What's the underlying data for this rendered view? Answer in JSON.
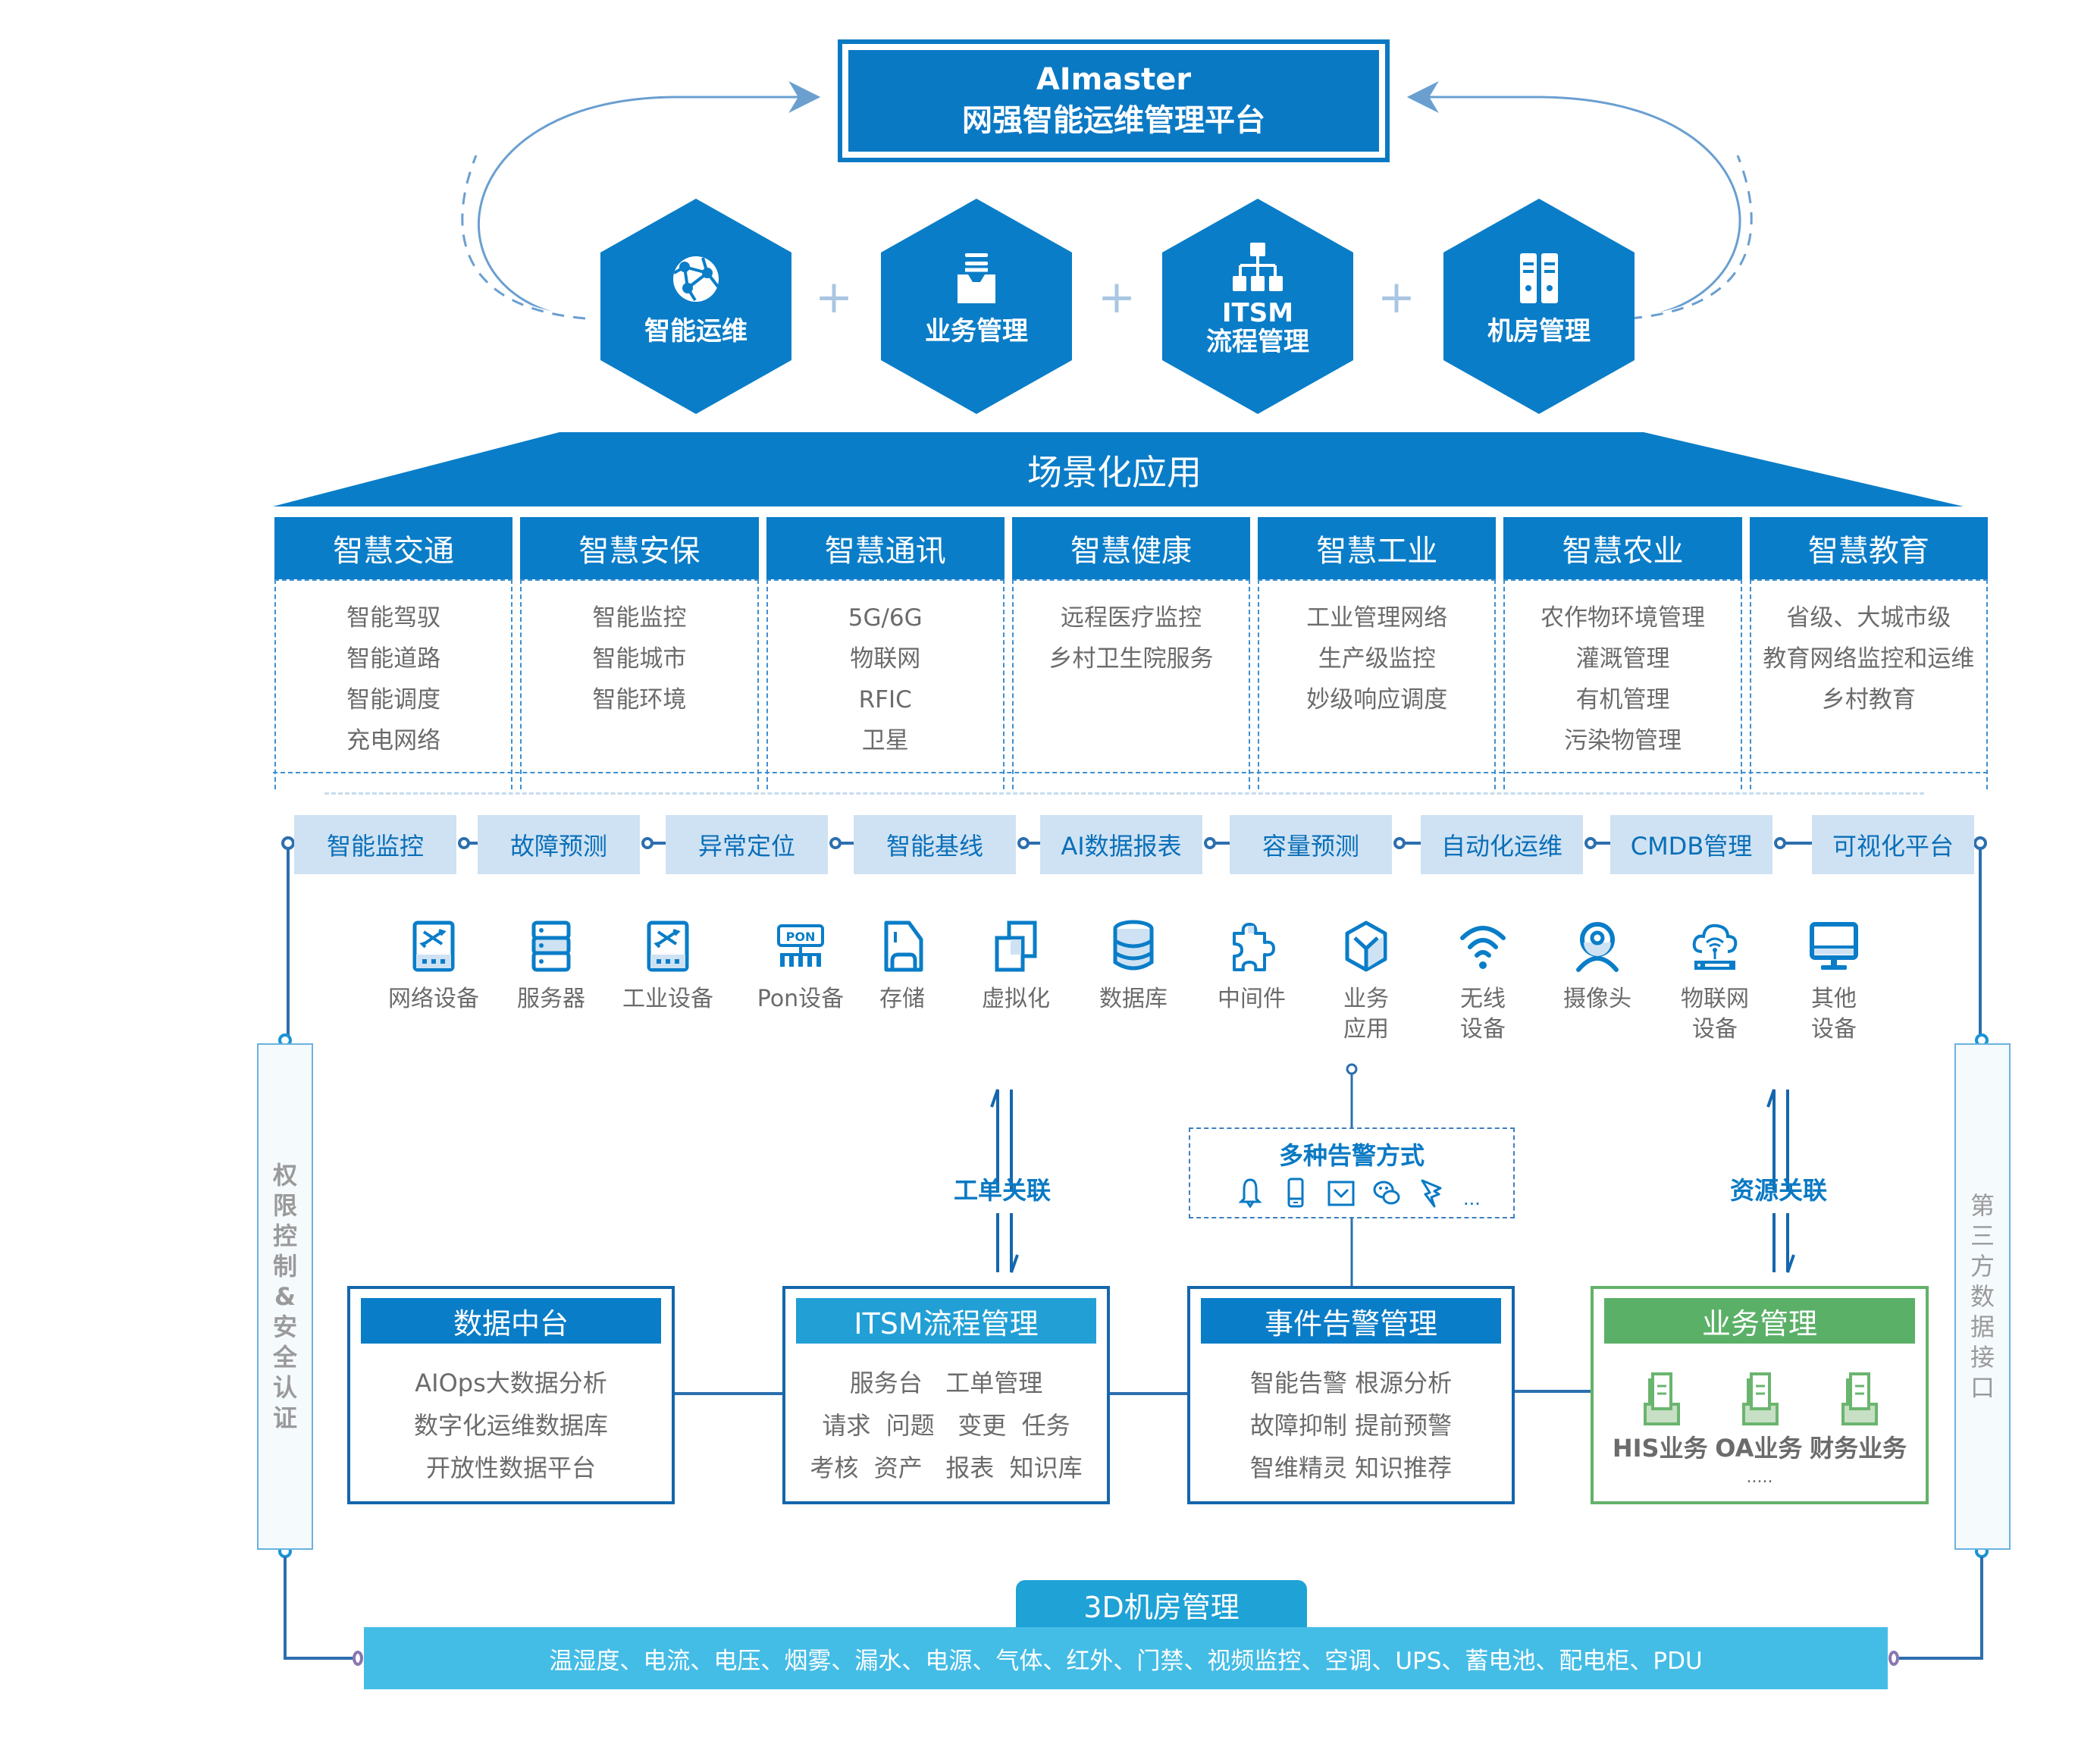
{
  "platform": {
    "title_en": "AImaster",
    "title_cn": "网强智能运维管理平台"
  },
  "hexagons": [
    {
      "icon": "network-globe-icon",
      "label": "智能运维"
    },
    {
      "icon": "inbox-tray-icon",
      "label": "业务管理"
    },
    {
      "icon": "org-chart-icon",
      "label": "ITSM\n流程管理",
      "label_line1": "ITSM",
      "label_line2": "流程管理"
    },
    {
      "icon": "server-rack-icon",
      "label": "机房管理"
    }
  ],
  "plus_symbol": "+",
  "scenarios": {
    "title": "场景化应用",
    "columns": [
      {
        "title": "智慧交通",
        "items": [
          "智能驾驭",
          "智能道路",
          "智能调度",
          "充电网络"
        ]
      },
      {
        "title": "智慧安保",
        "items": [
          "智能监控",
          "智能城市",
          "智能环境"
        ]
      },
      {
        "title": "智慧通讯",
        "items": [
          "5G/6G",
          "物联网",
          "RFIC",
          "卫星"
        ]
      },
      {
        "title": "智慧健康",
        "items": [
          "远程医疗监控",
          "乡村卫生院服务"
        ]
      },
      {
        "title": "智慧工业",
        "items": [
          "工业管理网络",
          "生产级监控",
          "妙级响应调度"
        ]
      },
      {
        "title": "智慧农业",
        "items": [
          "农作物环境管理",
          "灌溉管理",
          "有机管理",
          "污染物管理"
        ]
      },
      {
        "title": "智慧教育",
        "items": [
          "省级、大城市级",
          "教育网络监控和运维",
          "乡村教育"
        ]
      }
    ]
  },
  "features": [
    "智能监控",
    "故障预测",
    "异常定位",
    "智能基线",
    "AI数据报表",
    "容量预测",
    "自动化运维",
    "CMDB管理",
    "可视化平台"
  ],
  "devices": [
    {
      "icon": "network-switch-icon",
      "label": "网络设备"
    },
    {
      "icon": "server-icon",
      "label": "服务器"
    },
    {
      "icon": "industrial-switch-icon",
      "label": "工业设备"
    },
    {
      "icon": "pon-device-icon",
      "label": "Pon设备",
      "badge": "PON"
    },
    {
      "icon": "storage-sd-card-icon",
      "label": "存储"
    },
    {
      "icon": "virtualization-icon",
      "label": "虚拟化"
    },
    {
      "icon": "database-icon",
      "label": "数据库"
    },
    {
      "icon": "puzzle-middleware-icon",
      "label": "中间件"
    },
    {
      "icon": "cube-app-icon",
      "label": "业务\n应用"
    },
    {
      "icon": "wifi-icon",
      "label": "无线\n设备"
    },
    {
      "icon": "webcam-icon",
      "label": "摄像头"
    },
    {
      "icon": "iot-cloud-icon",
      "label": "物联网\n设备"
    },
    {
      "icon": "monitor-icon",
      "label": "其他\n设备"
    }
  ],
  "side_left": "权限控制&安全认证",
  "side_right": "第三方数据接口",
  "relations": {
    "ticket": "工单关联",
    "resource": "资源关联"
  },
  "alerts": {
    "title": "多种告警方式",
    "icons": [
      "bell-icon",
      "mobile-phone-icon",
      "email-icon",
      "wechat-icon",
      "dingtalk-icon"
    ],
    "more": "..."
  },
  "modules": [
    {
      "title": "数据中台",
      "color": "#0a7dc8",
      "lines": [
        "AIOps大数据分析",
        "数字化运维数据库",
        "开放性数据平台"
      ]
    },
    {
      "title": "ITSM流程管理",
      "color": "#22a0d6",
      "lines": [
        "服务台   工单管理",
        "请求  问题   变更  任务",
        "考核  资产   报表  知识库"
      ]
    },
    {
      "title": "事件告警管理",
      "color": "#0a7dc8",
      "lines": [
        "智能告警 根源分析",
        "故障抑制 提前预警",
        "智维精灵 知识推荐"
      ]
    },
    {
      "title": "业务管理",
      "color": "#5bb068",
      "services": [
        "HIS业务",
        "OA业务",
        "财务业务"
      ],
      "more": "....."
    }
  ],
  "datacenter": {
    "title": "3D机房管理",
    "items": "温湿度、电流、电压、烟雾、漏水、电源、气体、红外、门禁、视频监控、空调、UPS、蓄电池、配电柜、PDU"
  },
  "colors": {
    "primary": "#0a7dc8",
    "light_blue": "#cfe2f3",
    "cyan": "#44bde6",
    "green": "#5bb068",
    "text_gray": "#6b6b6b"
  }
}
